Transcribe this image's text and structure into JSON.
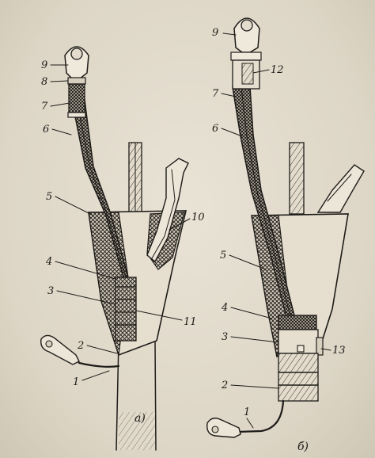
{
  "diagram": {
    "left": {
      "caption": "а)",
      "labels": [
        "9",
        "8",
        "7",
        "6",
        "5",
        "4",
        "3",
        "2",
        "1",
        "10",
        "11"
      ]
    },
    "right": {
      "caption": "б)",
      "labels": [
        "9",
        "12",
        "7",
        "6",
        "5",
        "4",
        "3",
        "2",
        "1",
        "13"
      ]
    }
  }
}
